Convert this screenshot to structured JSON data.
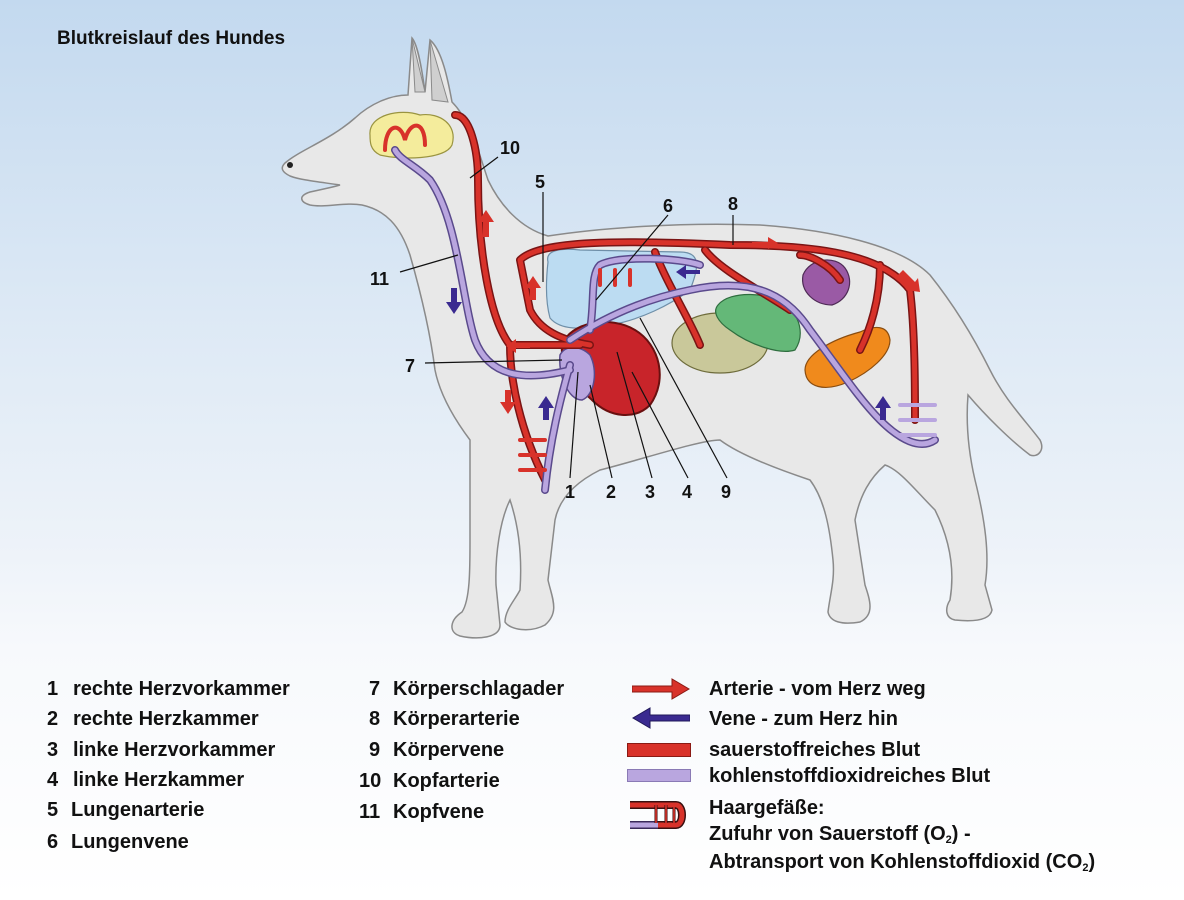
{
  "title": "Blutkreislauf des Hundes",
  "callouts": [
    "1",
    "2",
    "3",
    "4",
    "5",
    "6",
    "7",
    "8",
    "9",
    "10",
    "11"
  ],
  "legend_items": [
    {
      "num": "1",
      "label": "rechte Herzvorkammer"
    },
    {
      "num": "2",
      "label": "rechte Herzkammer"
    },
    {
      "num": "3",
      "label": "linke Herzvorkammer"
    },
    {
      "num": "4",
      "label": "linke Herzkammer"
    },
    {
      "num": "5",
      "label": "Lungenarterie"
    },
    {
      "num": "6",
      "label": "Lungenvene"
    },
    {
      "num": "7",
      "label": "Körperschlagader"
    },
    {
      "num": "8",
      "label": "Körperarterie"
    },
    {
      "num": "9",
      "label": "Körpervene"
    },
    {
      "num": "10",
      "label": "Kopfarterie"
    },
    {
      "num": "11",
      "label": "Kopfvene"
    }
  ],
  "key": {
    "artery_arrow": "Arterie - vom Herz weg",
    "vein_arrow": "Vene - zum Herz hin",
    "oxygen_rich": "sauerstoffreiches Blut",
    "co2_rich": "kohlenstoffdioxidreiches Blut",
    "capillaries_title": "Haargefäße:",
    "capillaries_line1_a": "Zufuhr von Sauerstoff (O",
    "capillaries_line1_sub": "2",
    "capillaries_line1_b": ")  -",
    "capillaries_line2_a": "Abtransport von Kohlenstoffdioxid (CO",
    "capillaries_line2_sub": "2",
    "capillaries_line2_b": ")"
  },
  "colors": {
    "artery": "#d8322a",
    "artery_dark": "#7a1414",
    "vein": "#b9a6df",
    "vein_dark": "#5a4a8c",
    "vein_arrow": "#3a2a90",
    "dog_body": "#e8e8e8",
    "lung": "#bcdcf2",
    "brain": "#f4ec9c",
    "heart": "#c8242a"
  }
}
